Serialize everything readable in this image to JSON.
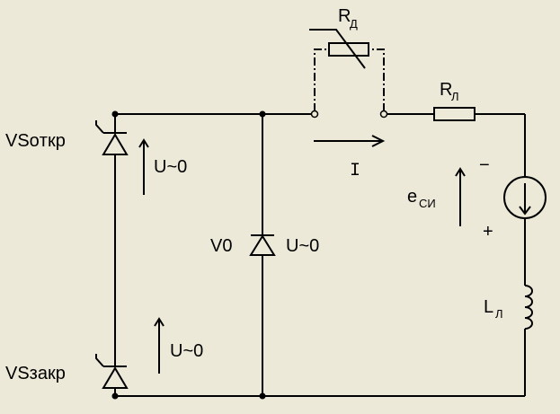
{
  "diagram": {
    "background_color": "#ece9d8",
    "labels": {
      "vs_open": "VSoткр",
      "vs_closed": "VSзакр",
      "u_open": "U~0",
      "u_closed": "U~0",
      "v0": "V0",
      "u_v0": "U~0",
      "current": "I",
      "rd_main": "R",
      "rd_sub": "Д",
      "rl_main": "R",
      "rl_sub": "Л",
      "e_main": "e",
      "e_sub": "СИ",
      "minus": "−",
      "plus": "+",
      "ll_main": "L",
      "ll_sub": "Л"
    }
  }
}
